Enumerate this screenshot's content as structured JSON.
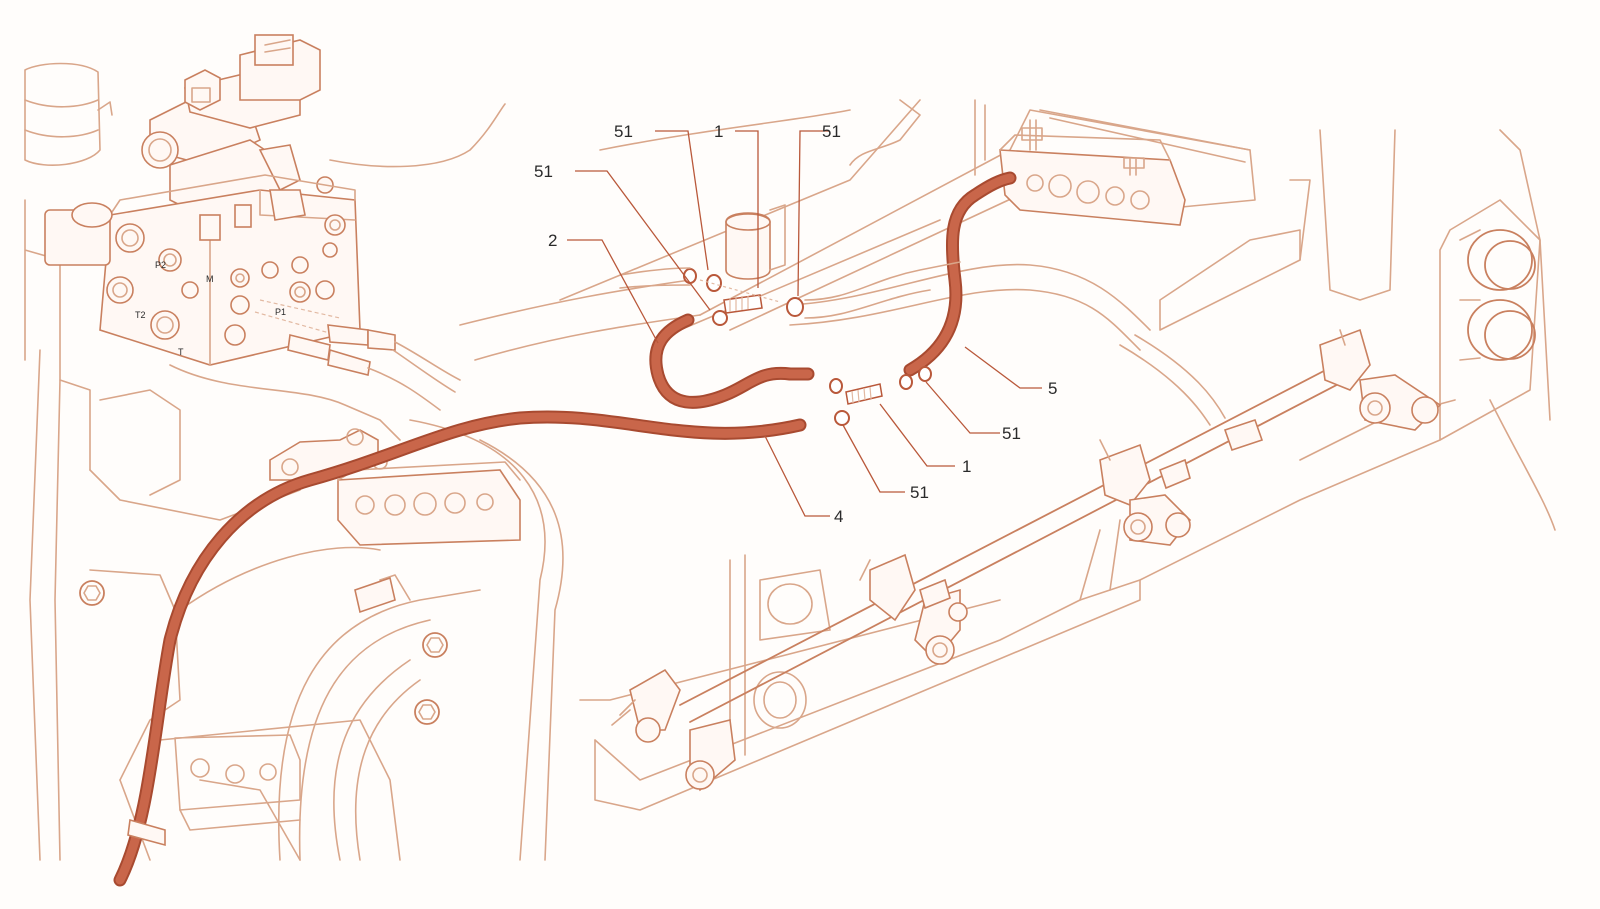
{
  "callouts": [
    {
      "id": "c51a",
      "label": "51"
    },
    {
      "id": "c1a",
      "label": "1"
    },
    {
      "id": "c51b",
      "label": "51"
    },
    {
      "id": "c51c",
      "label": "51"
    },
    {
      "id": "c2",
      "label": "2"
    },
    {
      "id": "c5",
      "label": "5"
    },
    {
      "id": "c51d",
      "label": "51"
    },
    {
      "id": "c1b",
      "label": "1"
    },
    {
      "id": "c51e",
      "label": "51"
    },
    {
      "id": "c4",
      "label": "4"
    }
  ],
  "valve_labels": {
    "p1": "P1",
    "p2": "P2",
    "m": "M",
    "t2": "T2",
    "t": "T"
  },
  "colors": {
    "line": "#d9a68a",
    "hose": "#c9664a",
    "leader": "#b9583a"
  }
}
